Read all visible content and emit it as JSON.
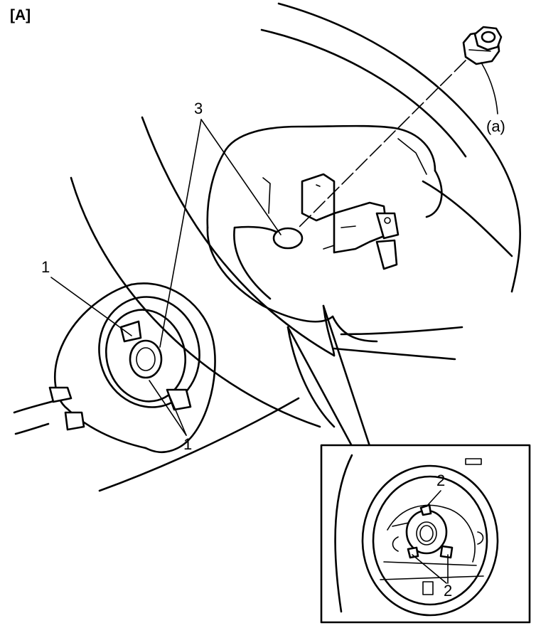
{
  "figure": {
    "panel_label": "[A]",
    "labels": {
      "nut": "(a)",
      "part_3": "3",
      "part_1_top": "1",
      "part_1_bottom": "1",
      "part_2_top": "2",
      "part_2_bottom": "2"
    }
  },
  "colors": {
    "ink": "#000000",
    "paper": "#ffffff"
  }
}
